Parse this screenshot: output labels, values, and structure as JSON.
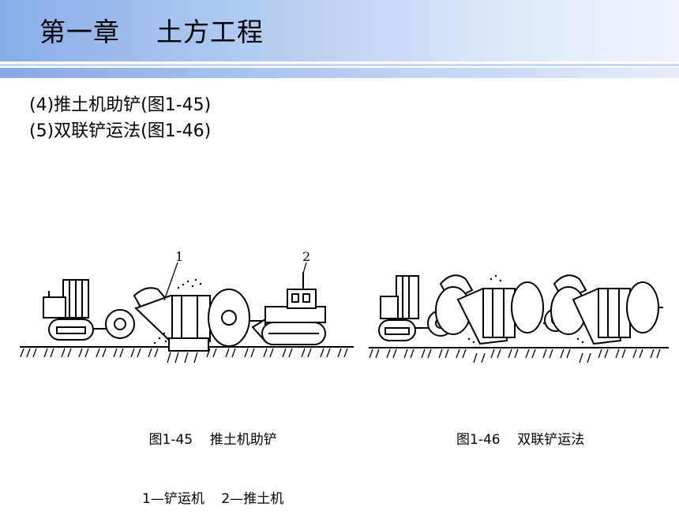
{
  "slide": {
    "title": "第一章    土方工程",
    "bullets": [
      "(4)推土机助铲(图1-45)",
      "(5)双联铲运法(图1-46)"
    ]
  },
  "figures": [
    {
      "labels": [
        "1",
        "2"
      ],
      "caption_line1": "图1-45    推土机助铲",
      "caption_line2": "1—铲运机    2—推土机"
    },
    {
      "caption_line1": "图1-46    双联铲运法"
    }
  ],
  "colors": {
    "header_gradient_start": "#88aee8",
    "header_gradient_end": "#eef3fc",
    "rule": "#86a9e4"
  }
}
